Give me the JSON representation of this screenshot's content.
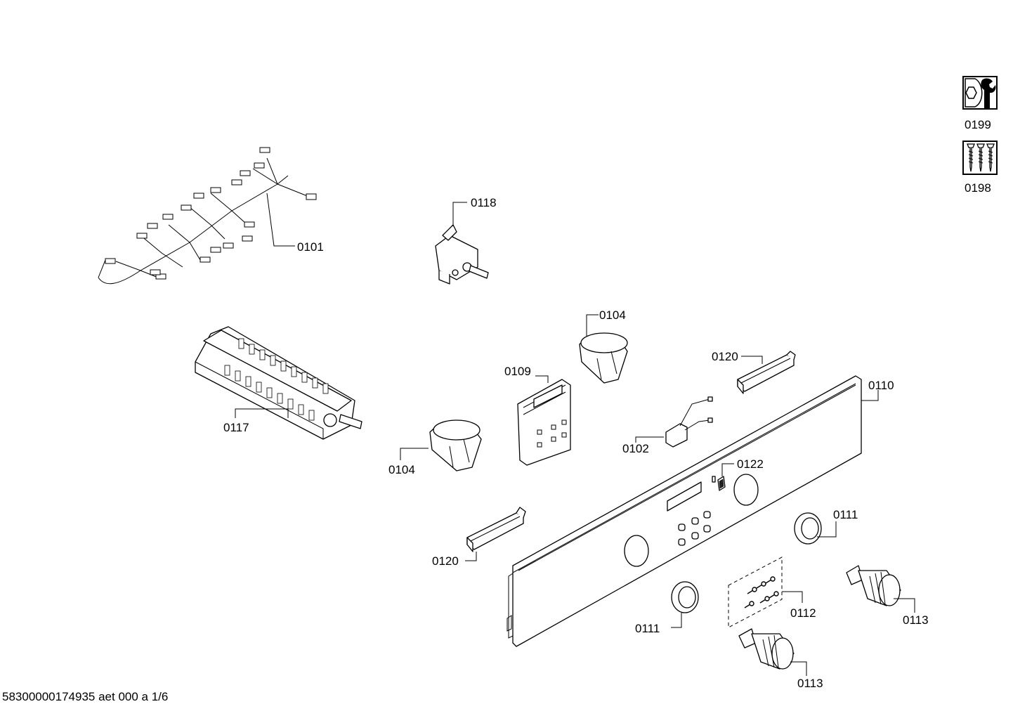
{
  "footer": "58300000174935 aet 000 a 1/6",
  "labels": {
    "p0101": "0101",
    "p0118": "0118",
    "p0117": "0117",
    "p0104a": "0104",
    "p0104b": "0104",
    "p0109": "0109",
    "p0120a": "0120",
    "p0120b": "0120",
    "p0110": "0110",
    "p0102": "0102",
    "p0122": "0122",
    "p0111a": "0111",
    "p0111b": "0111",
    "p0112": "0112",
    "p0113a": "0113",
    "p0113b": "0113",
    "p0199": "0199",
    "p0198": "0198"
  },
  "icons": {
    "p0199": "tools-icon",
    "p0198": "screws-icon"
  }
}
